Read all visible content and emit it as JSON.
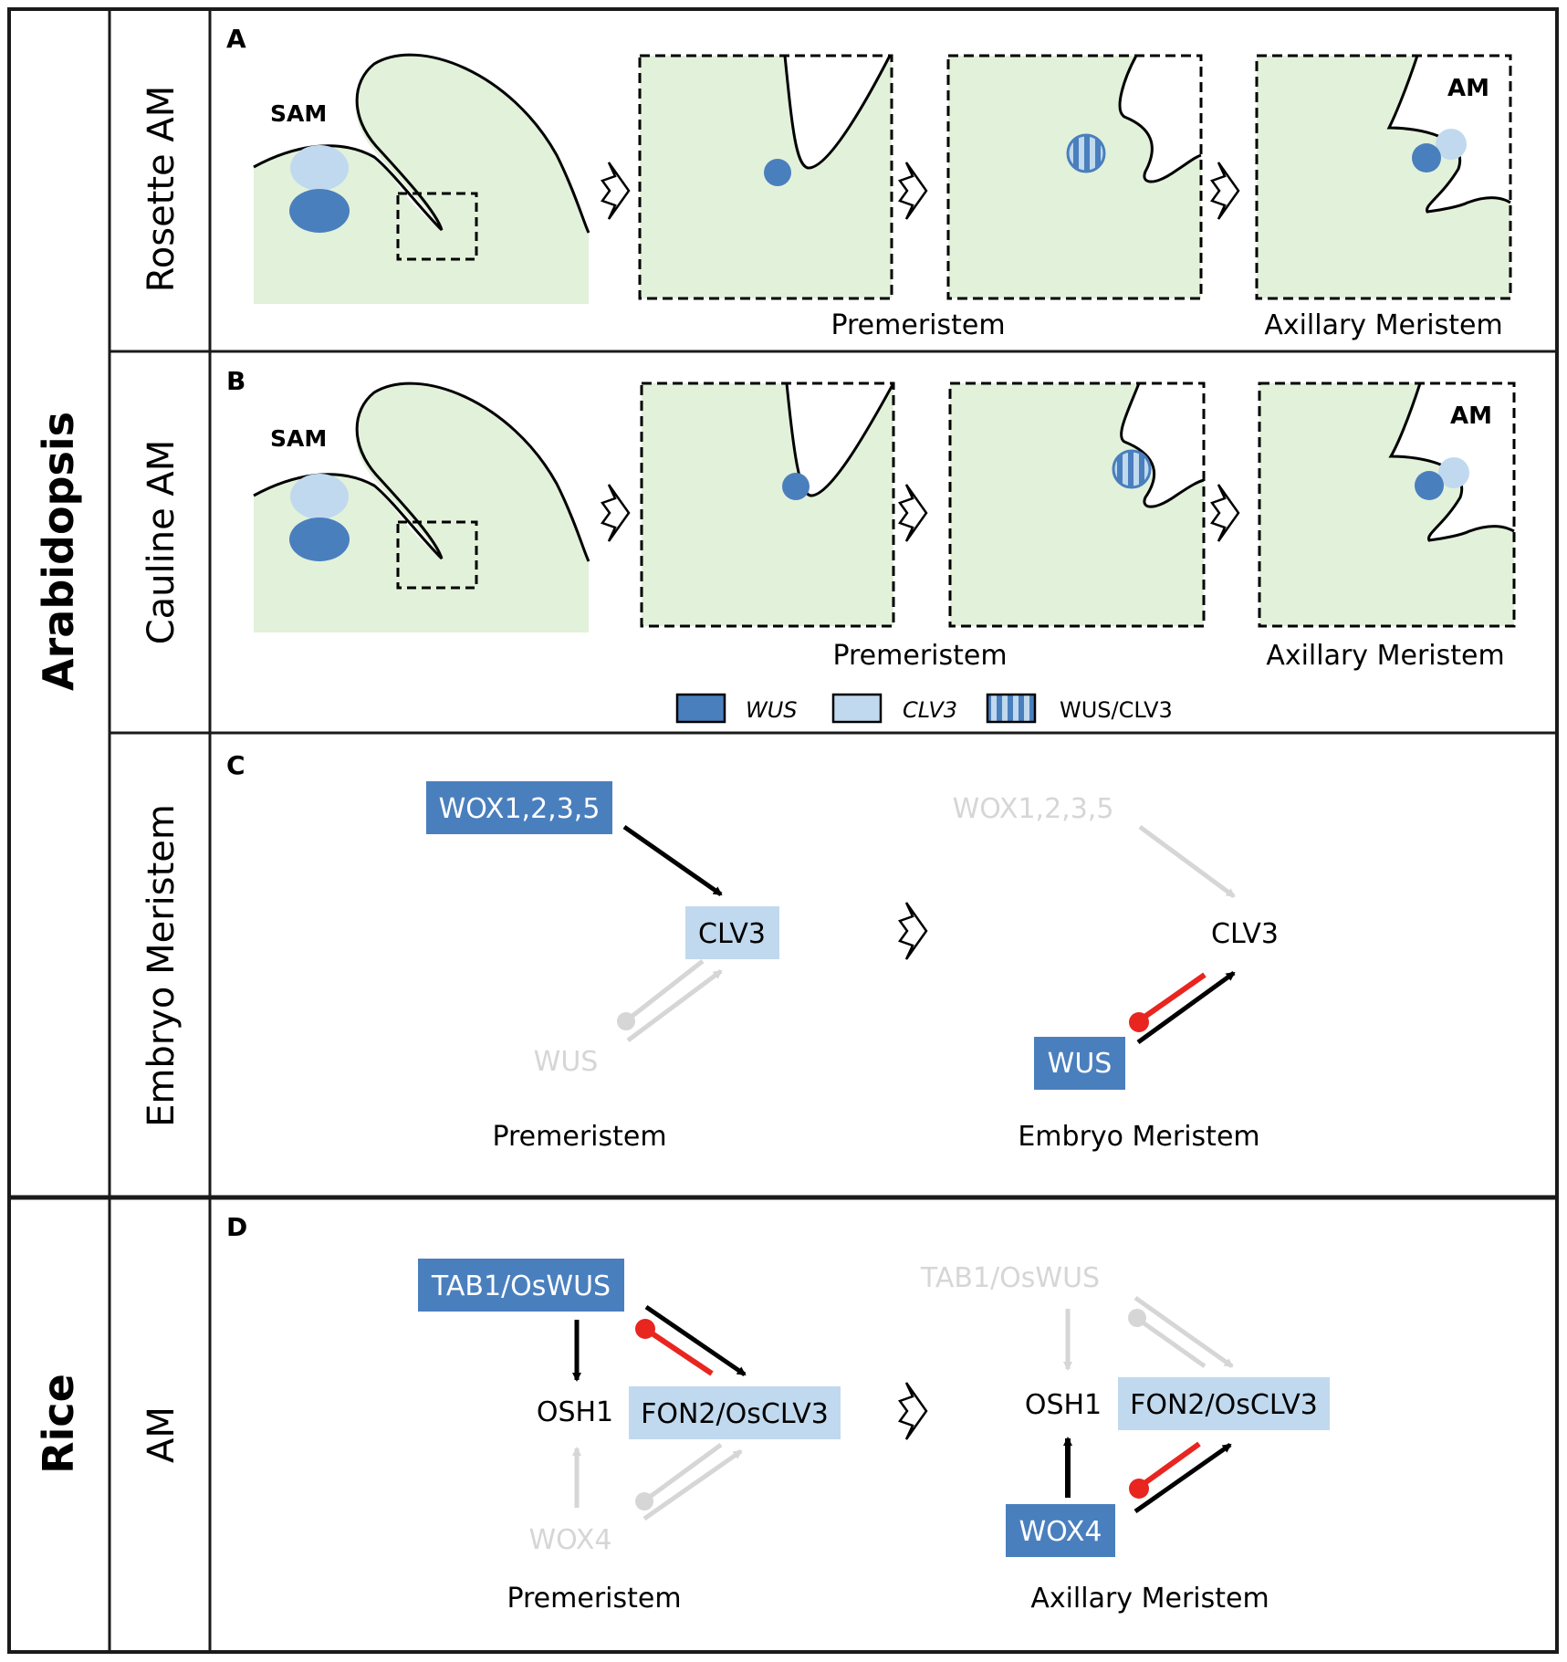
{
  "colors": {
    "tissue": "#e2f1da",
    "wus": "#4a7fbe",
    "clv3": "#c0d9ee",
    "dim": "#d6d6d6",
    "red": "#e8251f",
    "border": "#1a1a1a"
  },
  "groups": {
    "arabidopsis": "Arabidopsis",
    "rice": "Rice"
  },
  "rows": {
    "rosette": "Rosette AM",
    "cauline": "Cauline AM",
    "embryo": "Embryo Meristem",
    "am": "AM"
  },
  "panels": {
    "a": {
      "letter": "A",
      "sam_label": "SAM",
      "am_label": "AM",
      "caption_premeristem": "Premeristem",
      "caption_axillary": "Axillary Meristem"
    },
    "b": {
      "letter": "B",
      "sam_label": "SAM",
      "am_label": "AM",
      "caption_premeristem": "Premeristem",
      "caption_axillary": "Axillary Meristem"
    },
    "c": {
      "letter": "C",
      "left": {
        "wox": "WOX1,2,3,5",
        "clv3": "CLV3",
        "wus": "WUS",
        "caption": "Premeristem"
      },
      "right": {
        "wox": "WOX1,2,3,5",
        "clv3": "CLV3",
        "wus": "WUS",
        "caption": "Embryo Meristem"
      }
    },
    "d": {
      "letter": "D",
      "left": {
        "tab1": "TAB1/OsWUS",
        "osh1": "OSH1",
        "fon2": "FON2/OsCLV3",
        "wox4": "WOX4",
        "caption": "Premeristem"
      },
      "right": {
        "tab1": "TAB1/OsWUS",
        "osh1": "OSH1",
        "fon2": "FON2/OsCLV3",
        "wox4": "WOX4",
        "caption": "Axillary Meristem"
      }
    }
  },
  "legend": {
    "wus": "WUS",
    "clv3": "CLV3",
    "both": "WUS/CLV3"
  }
}
